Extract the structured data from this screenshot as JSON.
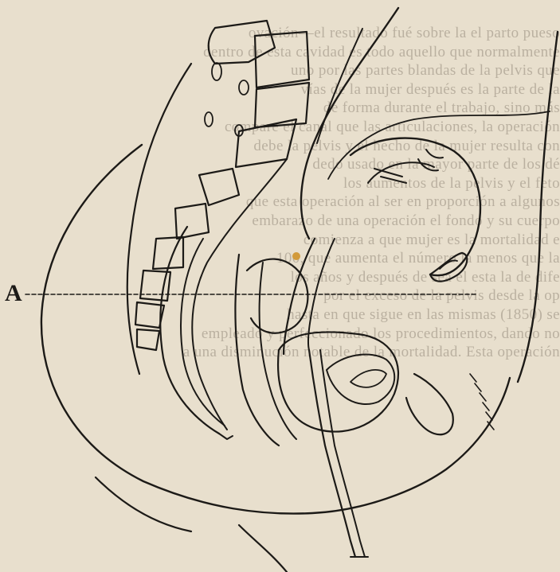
{
  "figure": {
    "label": "A"
  },
  "background_text_lines": [
    "ovación—el resultado fué sobre la el parto pueso",
    "dentro de esta cavidad es todo aquello que normalmente",
    "uno por las partes blandas de la pelvis que",
    "vías de la mujer después es la parte de la",
    "de forma durante el trabajo, sino más",
    "compare el canal que las articulaciones, la operación",
    "debe la pelvis y el hecho de la mujer resulta con",
    "dedo usado en la mayor parte de los dé",
    "los aumentos de la pelvis y el feto",
    "que esta operación al ser en proporción a algunos",
    "embarazo de una operación el fondo y su cuerpo",
    "comienza a que mujer es la mortalidad e",
    "100, que aumenta el número la menos que la",
    "los años y después de sea el esta la de dife",
    "por el exceso de la pelvis desde la op",
    "hasta en que sigue en las mismas (1850) se",
    "empleado y perfeccionado los procedimientos, dando no",
    "a una disminución notable de la mortalidad. Esta operación"
  ]
}
